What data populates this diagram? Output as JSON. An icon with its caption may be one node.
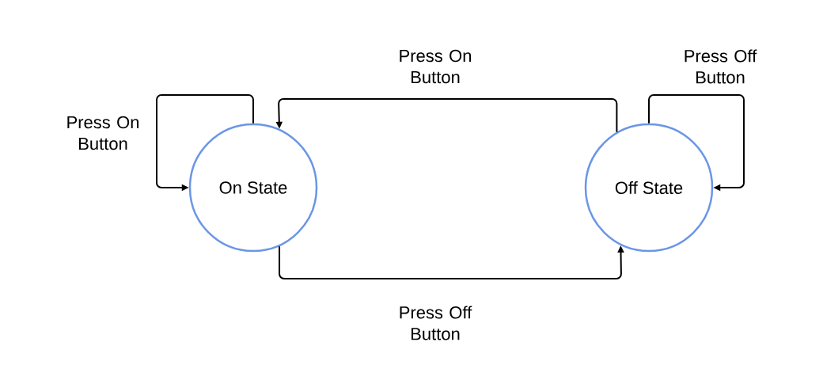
{
  "diagram": {
    "nodes": [
      {
        "text": [
          "On State"
        ]
      },
      {
        "text": [
          "Off State"
        ]
      }
    ],
    "edges": [
      {
        "from": 0,
        "to": 0,
        "arrow": "to",
        "label": "Press On Button"
      },
      {
        "from": 1,
        "to": 0,
        "arrow": "to",
        "label": "Press On Button"
      },
      {
        "from": 0,
        "to": 1,
        "arrow": "to",
        "label": "Press Off Button"
      },
      {
        "from": 1,
        "to": 1,
        "arrow": "to",
        "label": "Press Off Button"
      }
    ]
  }
}
